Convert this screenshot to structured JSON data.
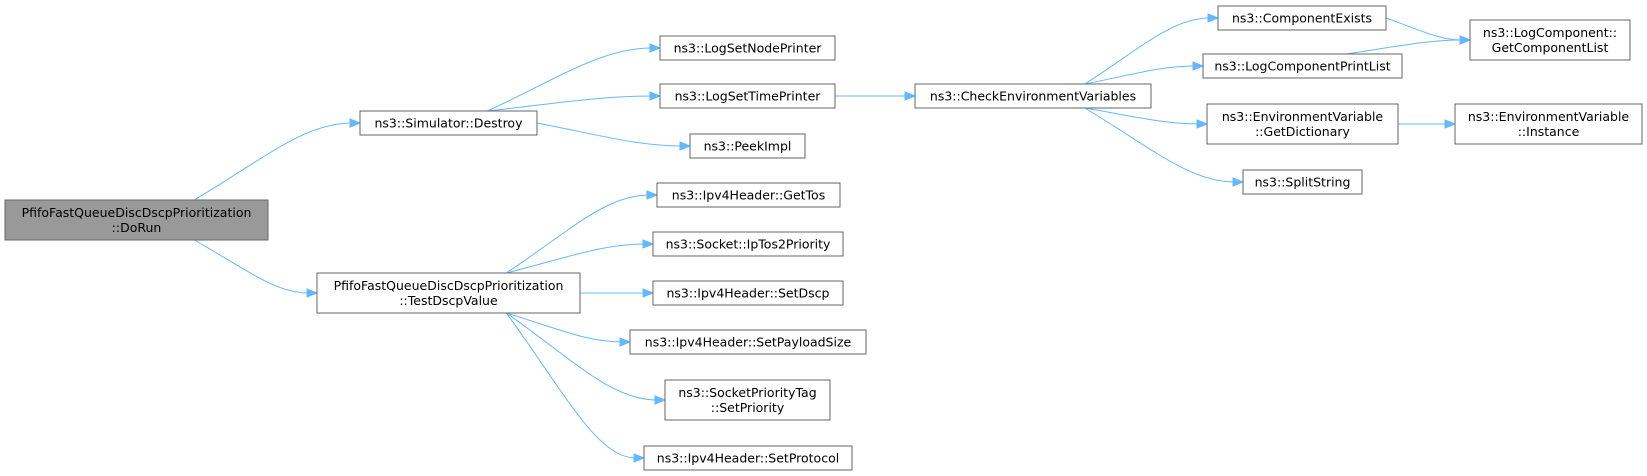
{
  "graph": {
    "nodes": {
      "dorun": {
        "lines": [
          "PfifoFastQueueDiscDscpPrioritization",
          "::DoRun"
        ]
      },
      "sim_destroy": {
        "lines": [
          "ns3::Simulator::Destroy"
        ]
      },
      "test_dscp": {
        "lines": [
          "PfifoFastQueueDiscDscpPrioritization",
          "::TestDscpValue"
        ]
      },
      "log_node": {
        "lines": [
          "ns3::LogSetNodePrinter"
        ]
      },
      "log_time": {
        "lines": [
          "ns3::LogSetTimePrinter"
        ]
      },
      "peek": {
        "lines": [
          "ns3::PeekImpl"
        ]
      },
      "get_tos": {
        "lines": [
          "ns3::Ipv4Header::GetTos"
        ]
      },
      "iptos2prio": {
        "lines": [
          "ns3::Socket::IpTos2Priority"
        ]
      },
      "set_dscp": {
        "lines": [
          "ns3::Ipv4Header::SetDscp"
        ]
      },
      "set_payload": {
        "lines": [
          "ns3::Ipv4Header::SetPayloadSize"
        ]
      },
      "set_priority": {
        "lines": [
          "ns3::SocketPriorityTag",
          "::SetPriority"
        ]
      },
      "set_protocol": {
        "lines": [
          "ns3::Ipv4Header::SetProtocol"
        ]
      },
      "check_env": {
        "lines": [
          "ns3::CheckEnvironmentVariables"
        ]
      },
      "comp_exists": {
        "lines": [
          "ns3::ComponentExists"
        ]
      },
      "log_print_list": {
        "lines": [
          "ns3::LogComponentPrintList"
        ]
      },
      "env_dict": {
        "lines": [
          "ns3::EnvironmentVariable",
          "::GetDictionary"
        ]
      },
      "split_string": {
        "lines": [
          "ns3::SplitString"
        ]
      },
      "get_comp_list": {
        "lines": [
          "ns3::LogComponent::",
          "GetComponentList"
        ]
      },
      "env_instance": {
        "lines": [
          "ns3::EnvironmentVariable",
          "::Instance"
        ]
      }
    },
    "edges": [
      [
        "dorun",
        "sim_destroy"
      ],
      [
        "dorun",
        "test_dscp"
      ],
      [
        "sim_destroy",
        "log_node"
      ],
      [
        "sim_destroy",
        "log_time"
      ],
      [
        "sim_destroy",
        "peek"
      ],
      [
        "log_time",
        "check_env"
      ],
      [
        "check_env",
        "comp_exists"
      ],
      [
        "check_env",
        "log_print_list"
      ],
      [
        "check_env",
        "env_dict"
      ],
      [
        "check_env",
        "split_string"
      ],
      [
        "comp_exists",
        "get_comp_list"
      ],
      [
        "log_print_list",
        "get_comp_list"
      ],
      [
        "env_dict",
        "env_instance"
      ],
      [
        "test_dscp",
        "get_tos"
      ],
      [
        "test_dscp",
        "iptos2prio"
      ],
      [
        "test_dscp",
        "set_dscp"
      ],
      [
        "test_dscp",
        "set_payload"
      ],
      [
        "test_dscp",
        "set_priority"
      ],
      [
        "test_dscp",
        "set_protocol"
      ]
    ]
  }
}
